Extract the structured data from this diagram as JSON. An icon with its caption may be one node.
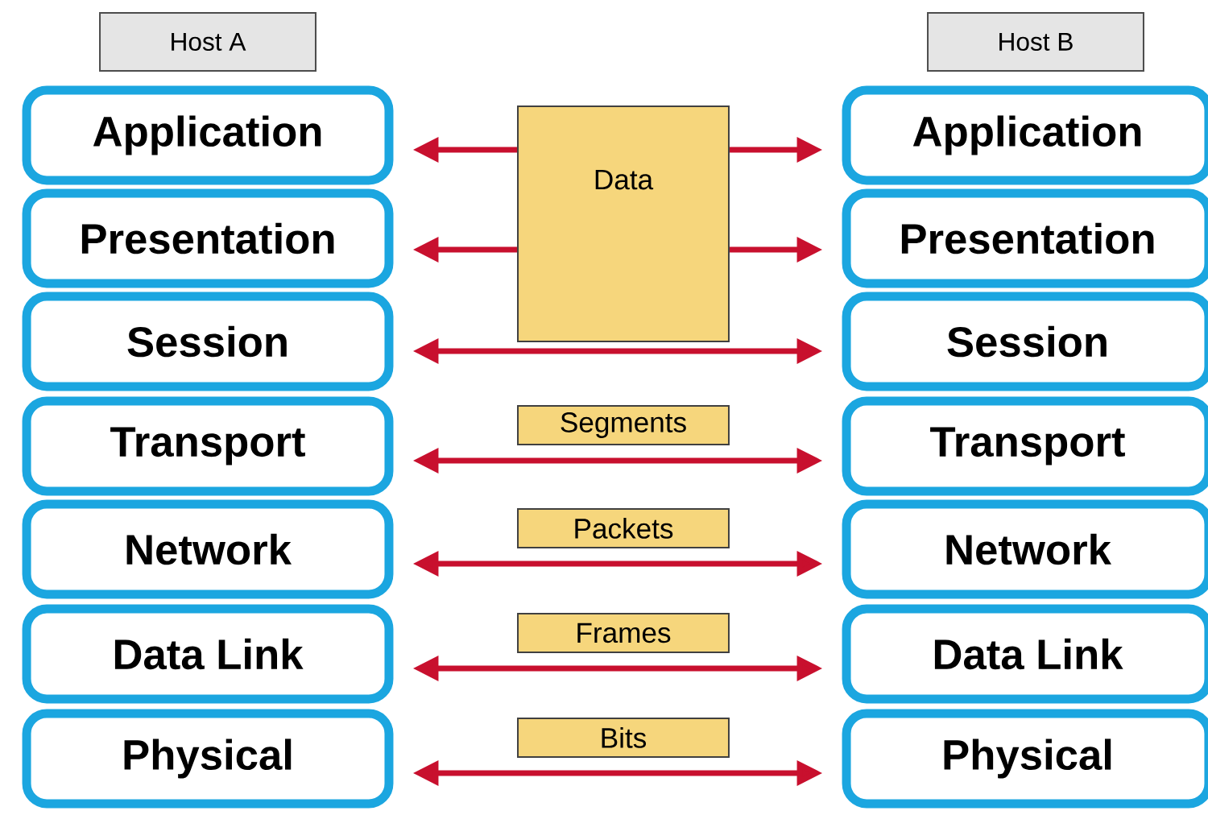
{
  "diagram": {
    "nodes": [
      {
        "text": [
          "Host A"
        ]
      },
      {
        "text": [
          "Host B"
        ]
      },
      {
        "text": [
          "Application"
        ]
      },
      {
        "text": [
          "Presentation"
        ]
      },
      {
        "text": [
          "Session"
        ]
      },
      {
        "text": [
          "Transport"
        ]
      },
      {
        "text": [
          "Network"
        ]
      },
      {
        "text": [
          "Data Link"
        ]
      },
      {
        "text": [
          "Physical"
        ]
      },
      {
        "text": [
          "Data"
        ]
      },
      {
        "text": [
          "Application"
        ]
      },
      {
        "text": [
          "Presentation"
        ]
      },
      {
        "text": [
          "Session"
        ]
      },
      {
        "text": [
          "Transport"
        ]
      },
      {
        "text": [
          "Network"
        ]
      },
      {
        "text": [
          "Data Link"
        ]
      },
      {
        "text": [
          "Physical"
        ]
      }
    ],
    "edges": [
      {
        "from": 9,
        "to": 2,
        "arrow": "to"
      },
      {
        "from": 9,
        "to": 10,
        "arrow": "to"
      },
      {
        "from": 9,
        "to": 3,
        "arrow": "to"
      },
      {
        "from": 9,
        "to": 11,
        "arrow": "to"
      },
      {
        "from": 4,
        "to": 12,
        "arrow": "both"
      },
      {
        "from": 5,
        "to": 13,
        "arrow": "both",
        "label": "Segments"
      },
      {
        "from": 6,
        "to": 14,
        "arrow": "both",
        "label": "Packets"
      },
      {
        "from": 7,
        "to": 15,
        "arrow": "both",
        "label": "Frames"
      },
      {
        "from": 8,
        "to": 16,
        "arrow": "both",
        "label": "Bits"
      }
    ]
  }
}
